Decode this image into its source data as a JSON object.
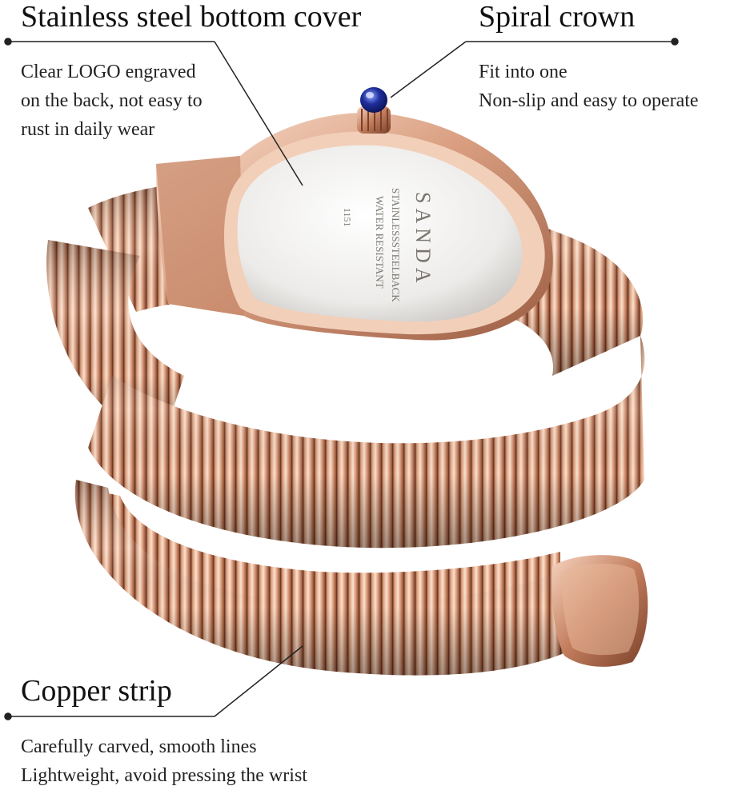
{
  "callouts": {
    "back_cover": {
      "title": "Stainless steel bottom cover",
      "lines": [
        "Clear LOGO engraved",
        "on the back, not easy to",
        "rust in daily wear"
      ]
    },
    "crown": {
      "title": "Spiral crown",
      "lines": [
        "Fit into one",
        "Non-slip and easy to operate"
      ]
    },
    "strip": {
      "title": "Copper strip",
      "lines": [
        "Carefully carved, smooth lines",
        "Lightweight, avoid pressing the wrist"
      ]
    }
  },
  "caseback": {
    "brand": "SANDA",
    "line1": "STAINLESSSTEELBACK",
    "line2": "WATER RESISTANT",
    "model": "1151"
  },
  "colors": {
    "rose_gold": "#d9a07f",
    "rose_gold_dark": "#a8674c",
    "rose_gold_light": "#f4d6c2",
    "crown_gem": "#1e2f9c",
    "leader_line": "#222222"
  }
}
